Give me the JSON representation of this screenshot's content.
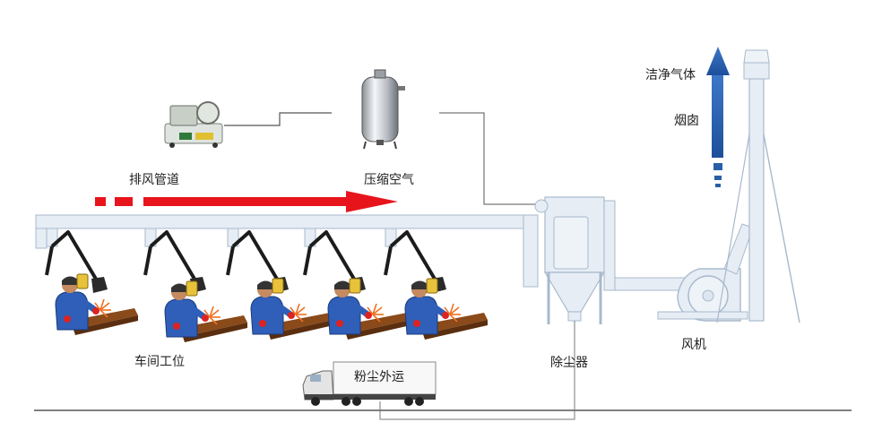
{
  "labels": {
    "exhaust_pipe": "排风管道",
    "compressed_air": "压缩空气",
    "clean_gas": "洁净气体",
    "chimney": "烟囱",
    "workshop_stations": "车间工位",
    "dust_collector": "除尘器",
    "fan": "风机",
    "dust_transport": "粉尘外运"
  },
  "colors": {
    "duct_fill": "#e6edf5",
    "duct_stroke": "#a8b9cc",
    "airflow_arrow": "#e8141c",
    "clean_arrow": "#2a5fa8",
    "worker_body": "#2f5fb8",
    "spark": "#f07020"
  },
  "stations": 5
}
